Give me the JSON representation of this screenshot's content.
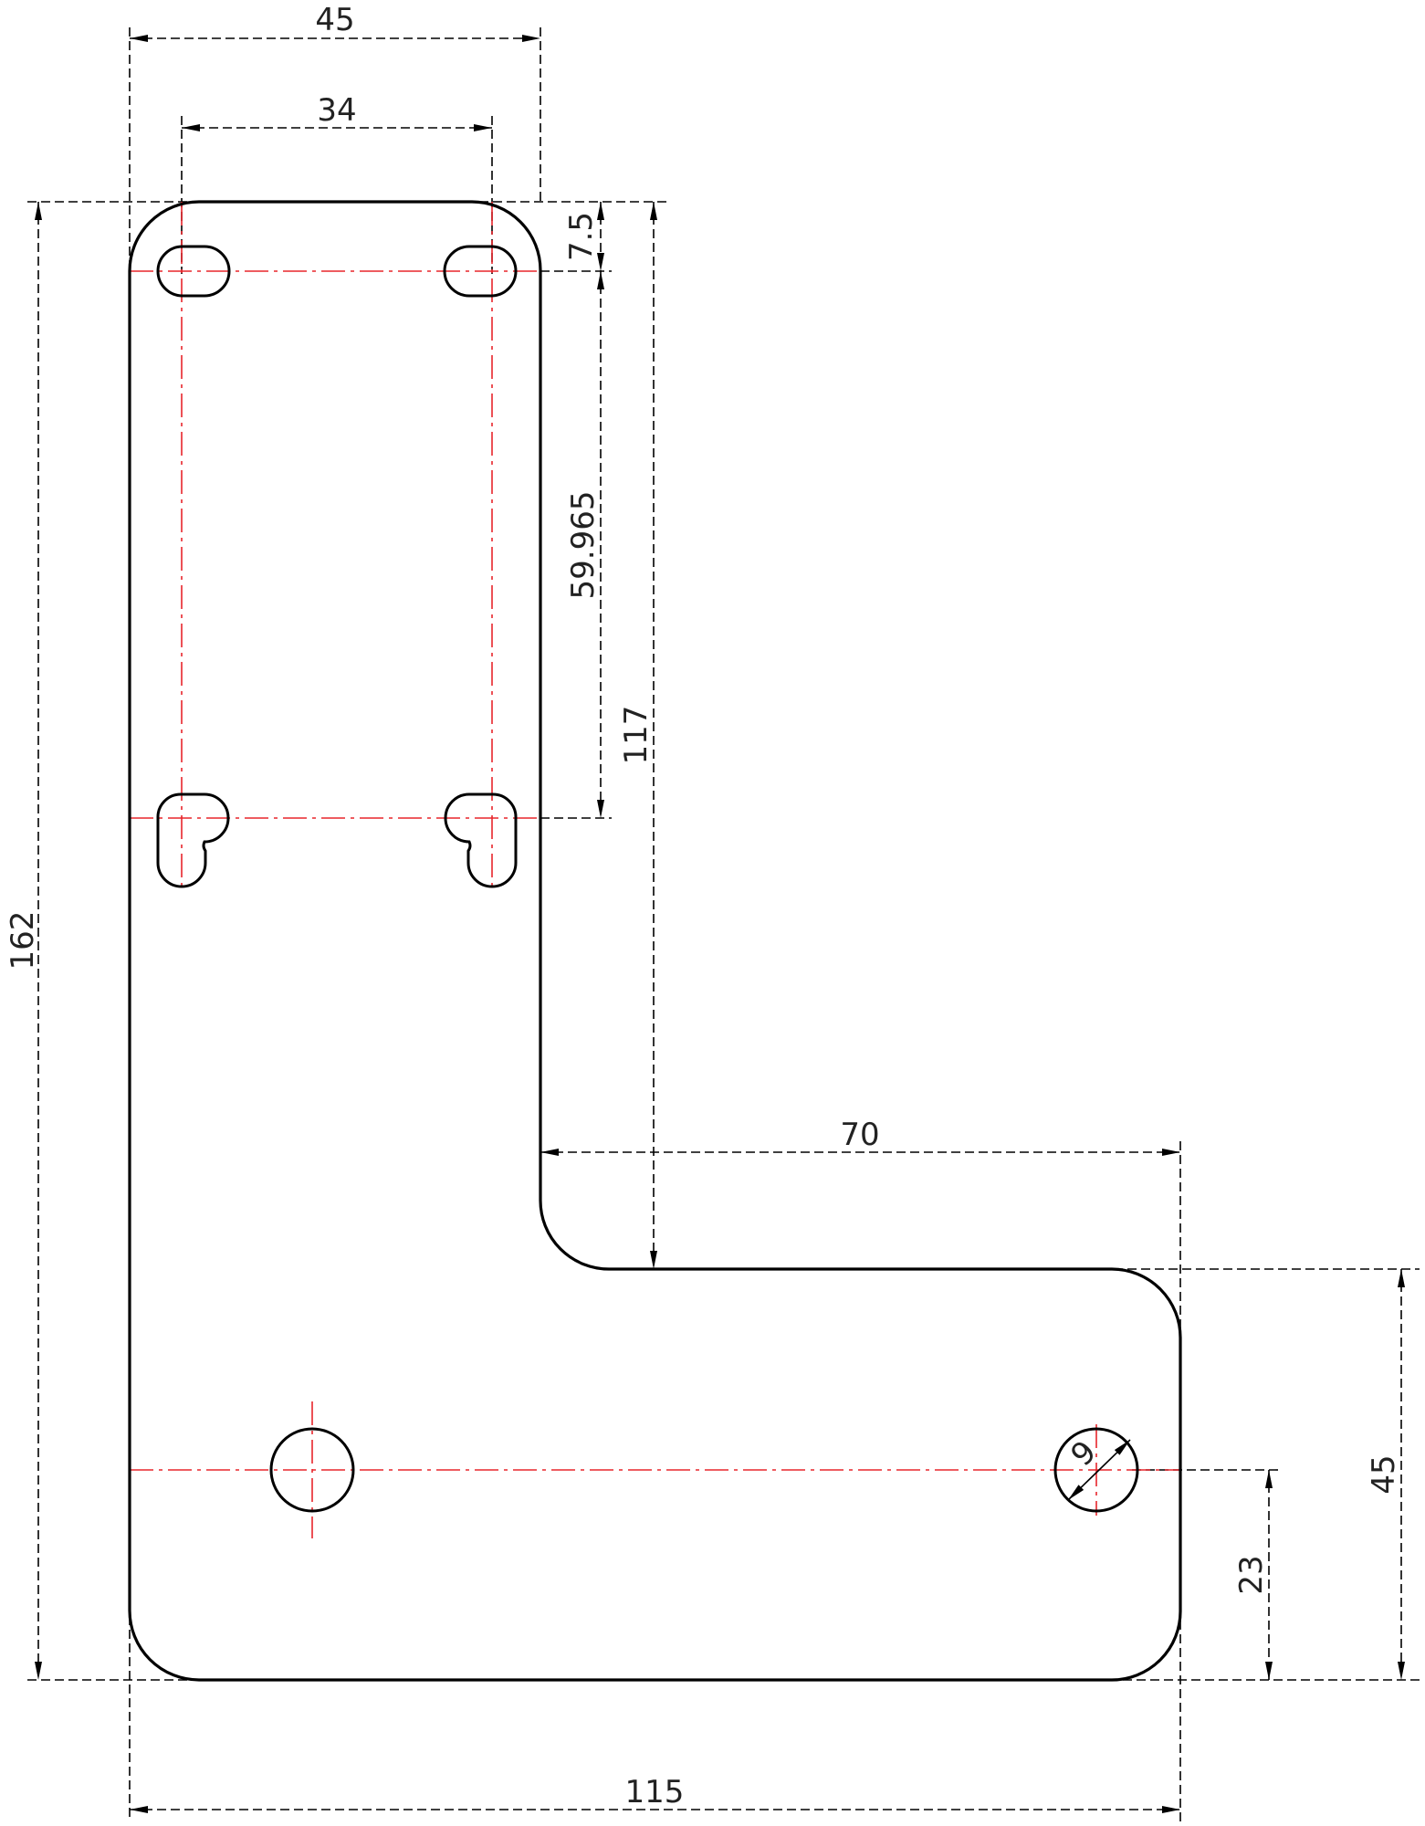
{
  "drawing": {
    "line_color": "#000000",
    "centerline_color": "#e8262c",
    "dimensions": {
      "top_width": "45",
      "slot_spacing": "34",
      "top_offset": "7.5",
      "slot_vertical": "59.965",
      "inner_height": "117",
      "total_height": "162",
      "leg_width": "70",
      "leg_height": "45",
      "hole_offset": "23",
      "total_width": "115",
      "hole_diameter": "9"
    }
  }
}
